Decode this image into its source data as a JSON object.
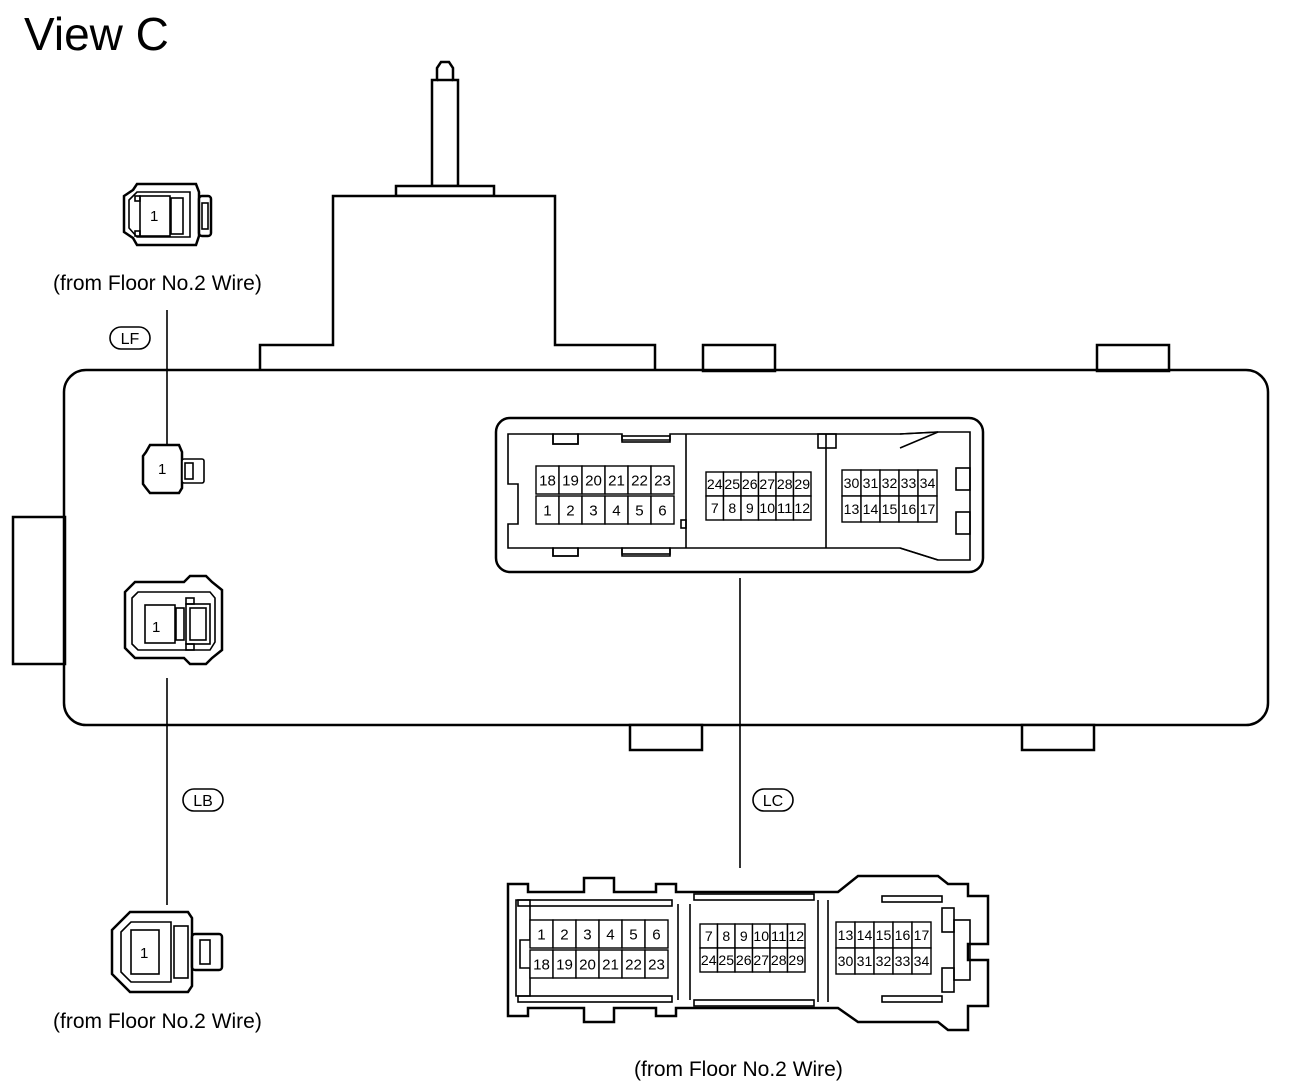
{
  "title": "View C",
  "source_label": "(from Floor No.2 Wire)",
  "connectors": {
    "LF": {
      "code": "LF",
      "pins": [
        "1"
      ]
    },
    "LB": {
      "code": "LB",
      "pins": [
        "1"
      ]
    },
    "LC": {
      "code": "LC",
      "ecu_side": {
        "left_top": [
          "18",
          "19",
          "20",
          "21",
          "22",
          "23"
        ],
        "left_bottom": [
          "1",
          "2",
          "3",
          "4",
          "5",
          "6"
        ],
        "mid_top": [
          "24",
          "25",
          "26",
          "27",
          "28",
          "29"
        ],
        "mid_bottom": [
          "7",
          "8",
          "9",
          "10",
          "11",
          "12"
        ],
        "right_top": [
          "30",
          "31",
          "32",
          "33",
          "34"
        ],
        "right_bottom": [
          "13",
          "14",
          "15",
          "16",
          "17"
        ]
      },
      "harness_side": {
        "left_top": [
          "1",
          "2",
          "3",
          "4",
          "5",
          "6"
        ],
        "left_bottom": [
          "18",
          "19",
          "20",
          "21",
          "22",
          "23"
        ],
        "mid_top": [
          "7",
          "8",
          "9",
          "10",
          "11",
          "12"
        ],
        "mid_bottom": [
          "24",
          "25",
          "26",
          "27",
          "28",
          "29"
        ],
        "right_top": [
          "13",
          "14",
          "15",
          "16",
          "17"
        ],
        "right_bottom": [
          "30",
          "31",
          "32",
          "33",
          "34"
        ]
      }
    }
  }
}
